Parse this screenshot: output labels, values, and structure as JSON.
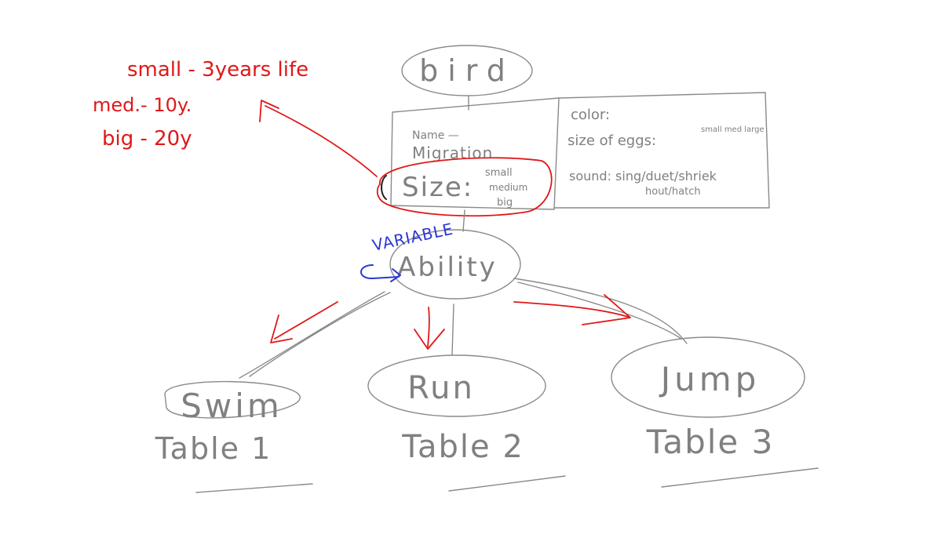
{
  "colors": {
    "pencil": "#8a8a8a",
    "red_pen": "#e01818",
    "blue_pen": "#2a37d6",
    "background": "#ffffff"
  },
  "root": {
    "label": "bird"
  },
  "attributes_left": {
    "name": "Name —",
    "migration": "Migration",
    "size_label": "Size:",
    "size_options": [
      "small",
      "medium",
      "big"
    ]
  },
  "attributes_right": {
    "color": "color:",
    "eggs_label": "size of eggs:",
    "eggs_options": "small med large",
    "sound_label": "sound: sing/duet/shriek",
    "sound_cont": "hout/hatch"
  },
  "size_note": {
    "lines": [
      "small - 3years life",
      "med.- 10y.",
      "big - 20y"
    ]
  },
  "ability": {
    "label": "Ability",
    "annotation": "VARIABLE"
  },
  "children": [
    {
      "label": "Swim",
      "table": "Table 1"
    },
    {
      "label": "Run",
      "table": "Table 2"
    },
    {
      "label": "Jump",
      "table": "Table 3"
    }
  ]
}
